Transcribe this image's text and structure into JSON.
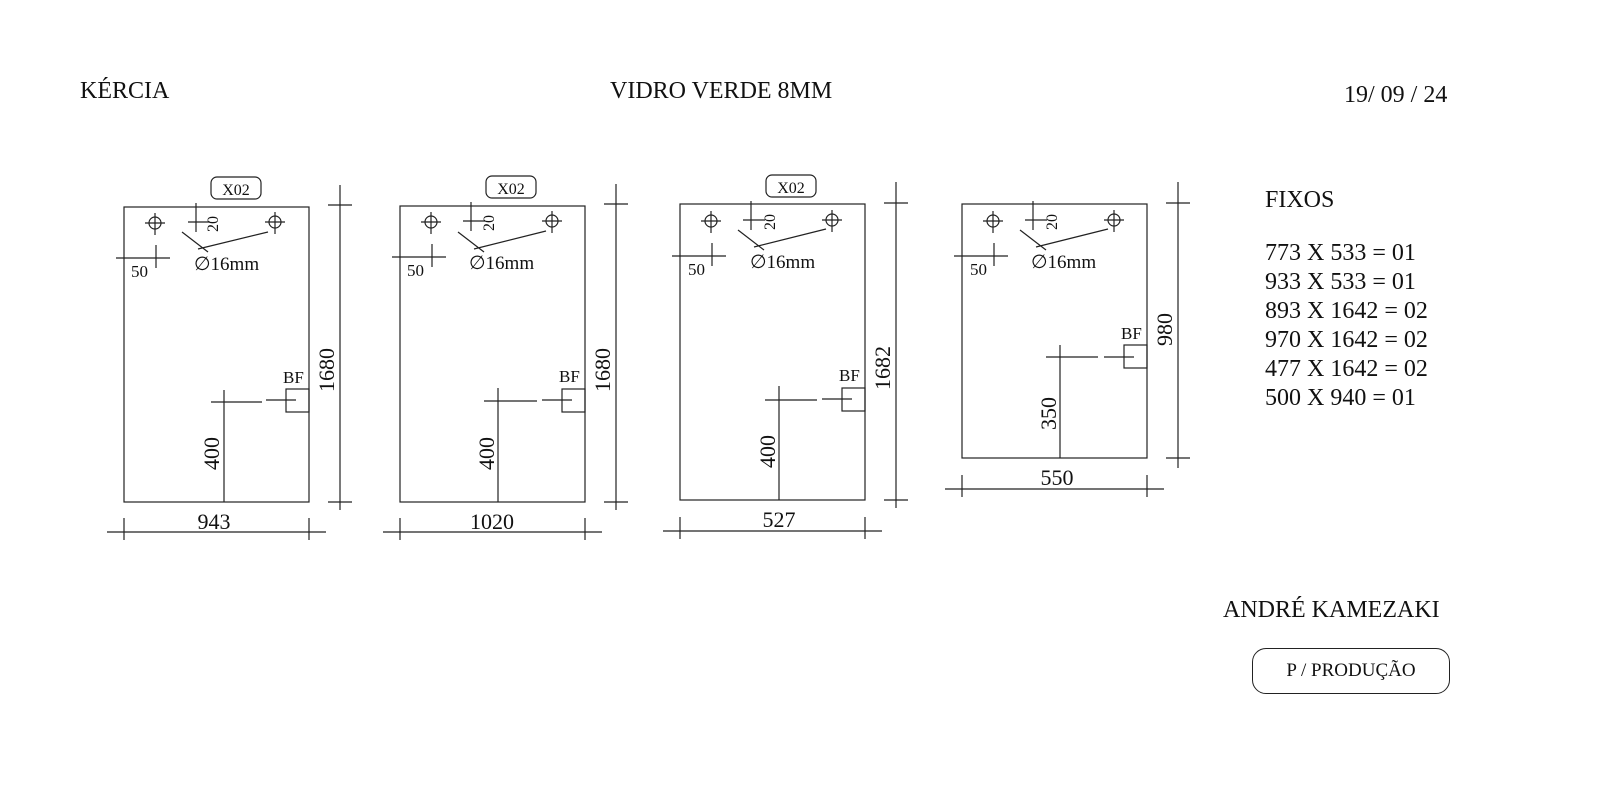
{
  "header": {
    "client": "KÉRCIA",
    "material": "VIDRO VERDE 8MM",
    "date": "19/ 09 / 24"
  },
  "panels": [
    {
      "width": "943",
      "height": "1680",
      "qty_badge": "X02",
      "hole_offset_side": "50",
      "hole_offset_top": "20",
      "hole_diameter": "∅16mm",
      "bf_label": "BF",
      "bf_height": "400"
    },
    {
      "width": "1020",
      "height": "1680",
      "qty_badge": "X02",
      "hole_offset_side": "50",
      "hole_offset_top": "20",
      "hole_diameter": "∅16mm",
      "bf_label": "BF",
      "bf_height": "400"
    },
    {
      "width": "527",
      "height": "1682",
      "qty_badge": "X02",
      "hole_offset_side": "50",
      "hole_offset_top": "20",
      "hole_diameter": "∅16mm",
      "bf_label": "BF",
      "bf_height": "400"
    },
    {
      "width": "550",
      "height": "980",
      "qty_badge": "",
      "hole_offset_side": "50",
      "hole_offset_top": "20",
      "hole_diameter": "∅16mm",
      "bf_label": "BF",
      "bf_height": "350"
    }
  ],
  "fixos": {
    "title": "FIXOS",
    "items": [
      "773 X 533 = 01",
      "933 X 533 = 01",
      "893 X 1642 = 02",
      "970 X 1642 = 02",
      "477 X 1642 = 02",
      "500 X 940 = 01"
    ]
  },
  "footer": {
    "author": "ANDRÉ KAMEZAKI",
    "stamp": "P / PRODUÇÃO"
  }
}
